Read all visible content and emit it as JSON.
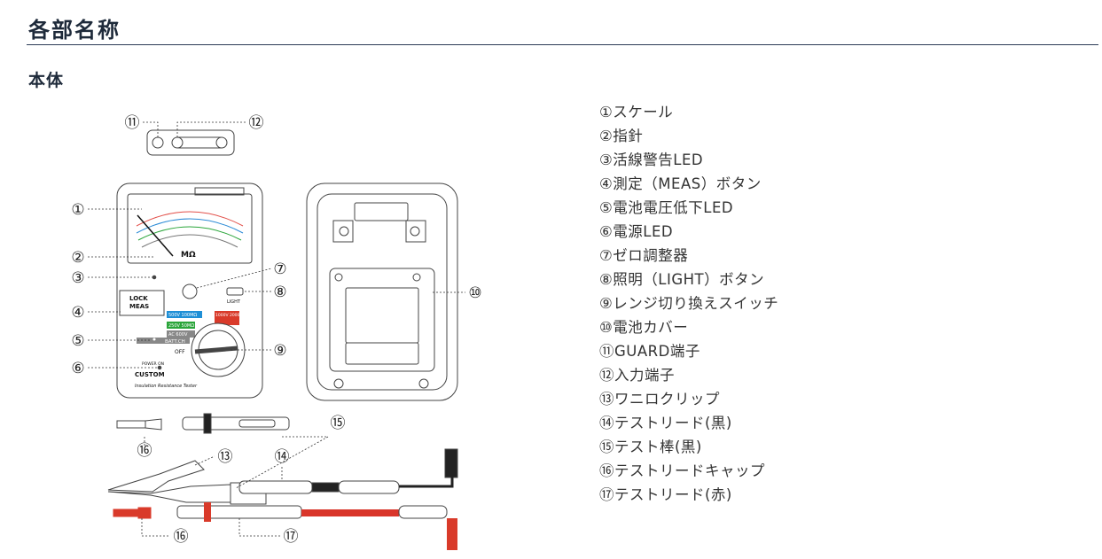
{
  "page": {
    "title": "各部名称",
    "section": "本体"
  },
  "figure": {
    "callouts": [
      "①",
      "②",
      "③",
      "④",
      "⑤",
      "⑥",
      "⑦",
      "⑧",
      "⑨",
      "⑩",
      "⑪",
      "⑫",
      "⑬",
      "⑭",
      "⑮",
      "⑯"
    ],
    "device_labels": {
      "mohm": "MΩ",
      "lock": "LOCK",
      "meas": "MEAS",
      "range_500v": "500V 100MΩ",
      "range_250v": "250V 50MΩ",
      "range_1000v": "1000V 2000MΩ",
      "ac_600v": "AC 600V",
      "batt_ch": "BATT.CH",
      "off": "OFF",
      "light": "LIGHT",
      "power_on": "POWER ON",
      "brand": "CUSTOM",
      "model": "Insulation Resistance Tester"
    }
  },
  "parts": [
    {
      "num": "①",
      "name": "スケール"
    },
    {
      "num": "②",
      "name": "指針"
    },
    {
      "num": "③",
      "name": "活線警告LED"
    },
    {
      "num": "④",
      "name": "測定（MEAS）ボタン"
    },
    {
      "num": "⑤",
      "name": "電池電圧低下LED"
    },
    {
      "num": "⑥",
      "name": "電源LED"
    },
    {
      "num": "⑦",
      "name": "ゼロ調整器"
    },
    {
      "num": "⑧",
      "name": "照明（LIGHT）ボタン"
    },
    {
      "num": "⑨",
      "name": "レンジ切り換えスイッチ"
    },
    {
      "num": "⑩",
      "name": "電池カバー"
    },
    {
      "num": "⑪",
      "name": "GUARD端子"
    },
    {
      "num": "⑫",
      "name": "入力端子"
    },
    {
      "num": "⑬",
      "name": "ワニロクリップ"
    },
    {
      "num": "⑭",
      "name": "テストリード(黒)"
    },
    {
      "num": "⑮",
      "name": "テスト棒(黒)"
    },
    {
      "num": "⑯",
      "name": "テストリードキャップ"
    },
    {
      "num": "⑰",
      "name": "テストリード(赤)"
    }
  ],
  "colors": {
    "title": "#1e2a3a",
    "rule": "#2b3a55",
    "range_blue": "#1f8fd6",
    "range_green": "#2aa53a",
    "range_red": "#d93a2a",
    "lead_red": "#d9352a",
    "lead_black": "#222222"
  }
}
